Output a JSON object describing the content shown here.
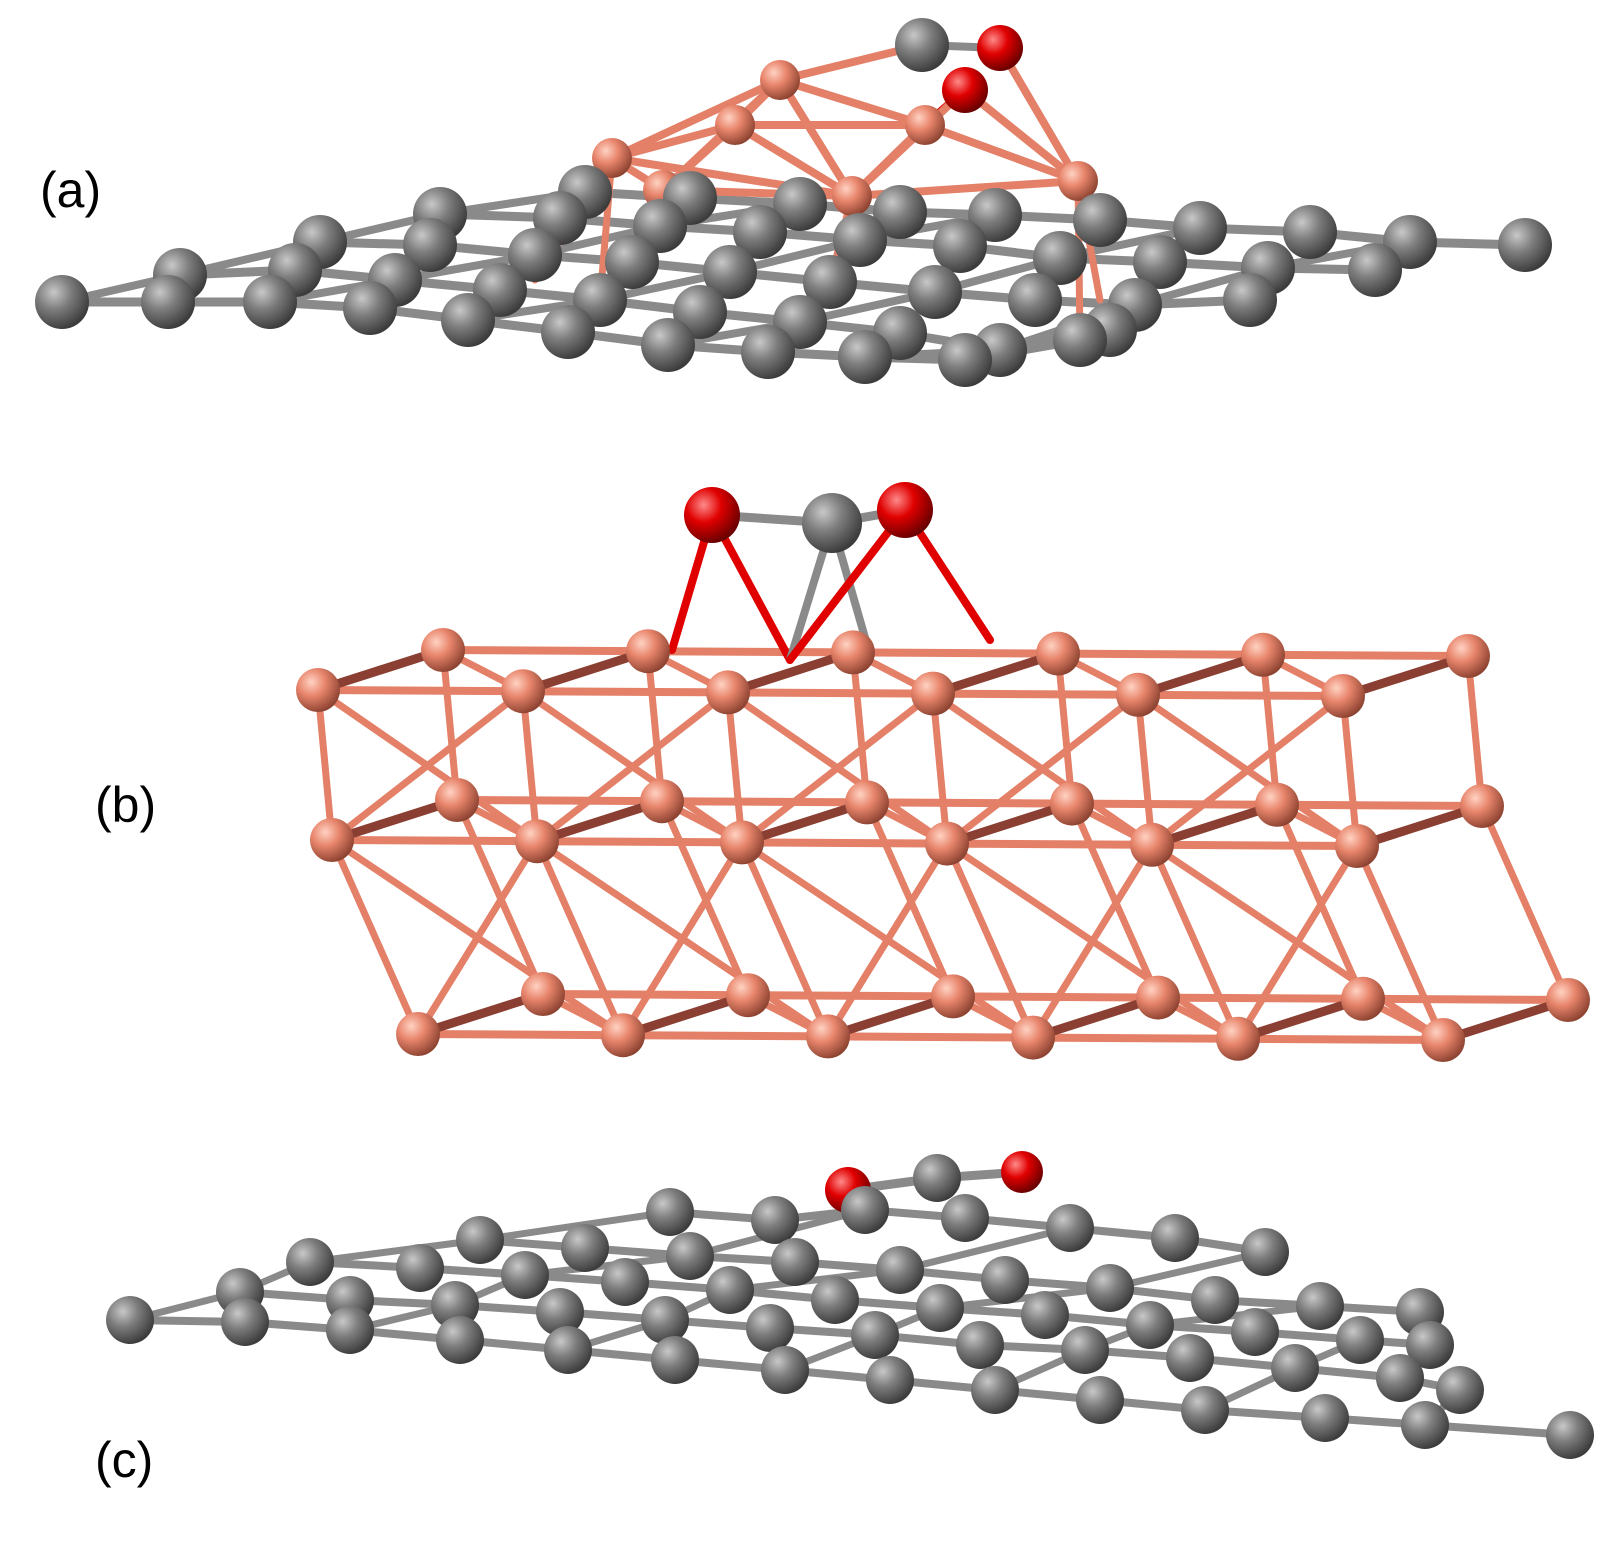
{
  "figure": {
    "panels": [
      {
        "id": "a",
        "label": "(a)"
      },
      {
        "id": "b",
        "label": "(b)"
      },
      {
        "id": "c",
        "label": "(c)"
      }
    ]
  },
  "colors": {
    "carbon": "#7a7a7a",
    "copper": "#e88a70",
    "oxygen": "#e00000",
    "bond_carbon": "#8a8a8a",
    "bond_copper": "#e48068",
    "bond_copper_dark": "#8a3f32"
  }
}
